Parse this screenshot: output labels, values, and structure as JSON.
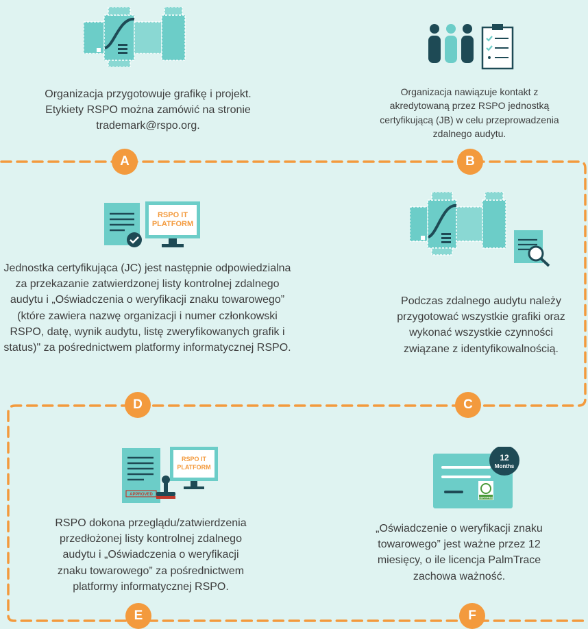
{
  "colors": {
    "background": "#dff3f1",
    "accent_orange": "#f39a3d",
    "teal": "#6ccdc8",
    "teal_light": "#8ad8d3",
    "navy": "#1e4a55",
    "text": "#3d3d3d"
  },
  "steps": [
    {
      "letter": "A",
      "text": "Organizacja przygotowuje grafikę i projekt. Etykiety RSPO można zamówić na stronie trademark@rspo.org.",
      "icon": "packaging-box-icon"
    },
    {
      "letter": "B",
      "text": "Organizacja nawiązuje kontakt z akredytowaną przez RSPO jednostką certyfikującą (JB) w celu przeprowadzenia zdalnego audytu.",
      "icon": "people-checklist-icon"
    },
    {
      "letter": "C",
      "text": "Podczas zdalnego audytu należy przygotować wszystkie grafiki oraz wykonać wszystkie czynności związane z identyfikowalnością.",
      "icon": "packaging-magnifier-icon"
    },
    {
      "letter": "D",
      "text": "Jednostka certyfikująca (JC) jest następnie odpowiedzialna za przekazanie zatwierdzonej listy kontrolnej zdalnego audytu i „Oświadczenia o weryfikacji znaku towarowego” (które zawiera nazwę organizacji i numer członkowski RSPO, datę, wynik audytu, listę zweryfikowanych grafik i status)\" za pośrednictwem platformy informatycznej RSPO.",
      "icon": "document-monitor-icon"
    },
    {
      "letter": "E",
      "text": "RSPO dokona przeglądu/zatwierdzenia przedłożonej listy kontrolnej zdalnego audytu i „Oświadczenia o weryfikacji znaku towarowego” za pośrednictwem platformy informatycznej RSPO.",
      "icon": "stamp-monitor-icon"
    },
    {
      "letter": "F",
      "text": "„Oświadczenie o weryfikacji znaku towarowego” jest ważne przez 12 miesięcy, o ile licencja PalmTrace zachowa ważność.",
      "icon": "certificate-icon"
    }
  ],
  "icon_labels": {
    "platform_line1": "RSPO IT",
    "platform_line2": "PLATFORM",
    "approved": "APPROVED",
    "badge_number": "12",
    "badge_unit": "Months",
    "certified": "CERTIFIED"
  }
}
